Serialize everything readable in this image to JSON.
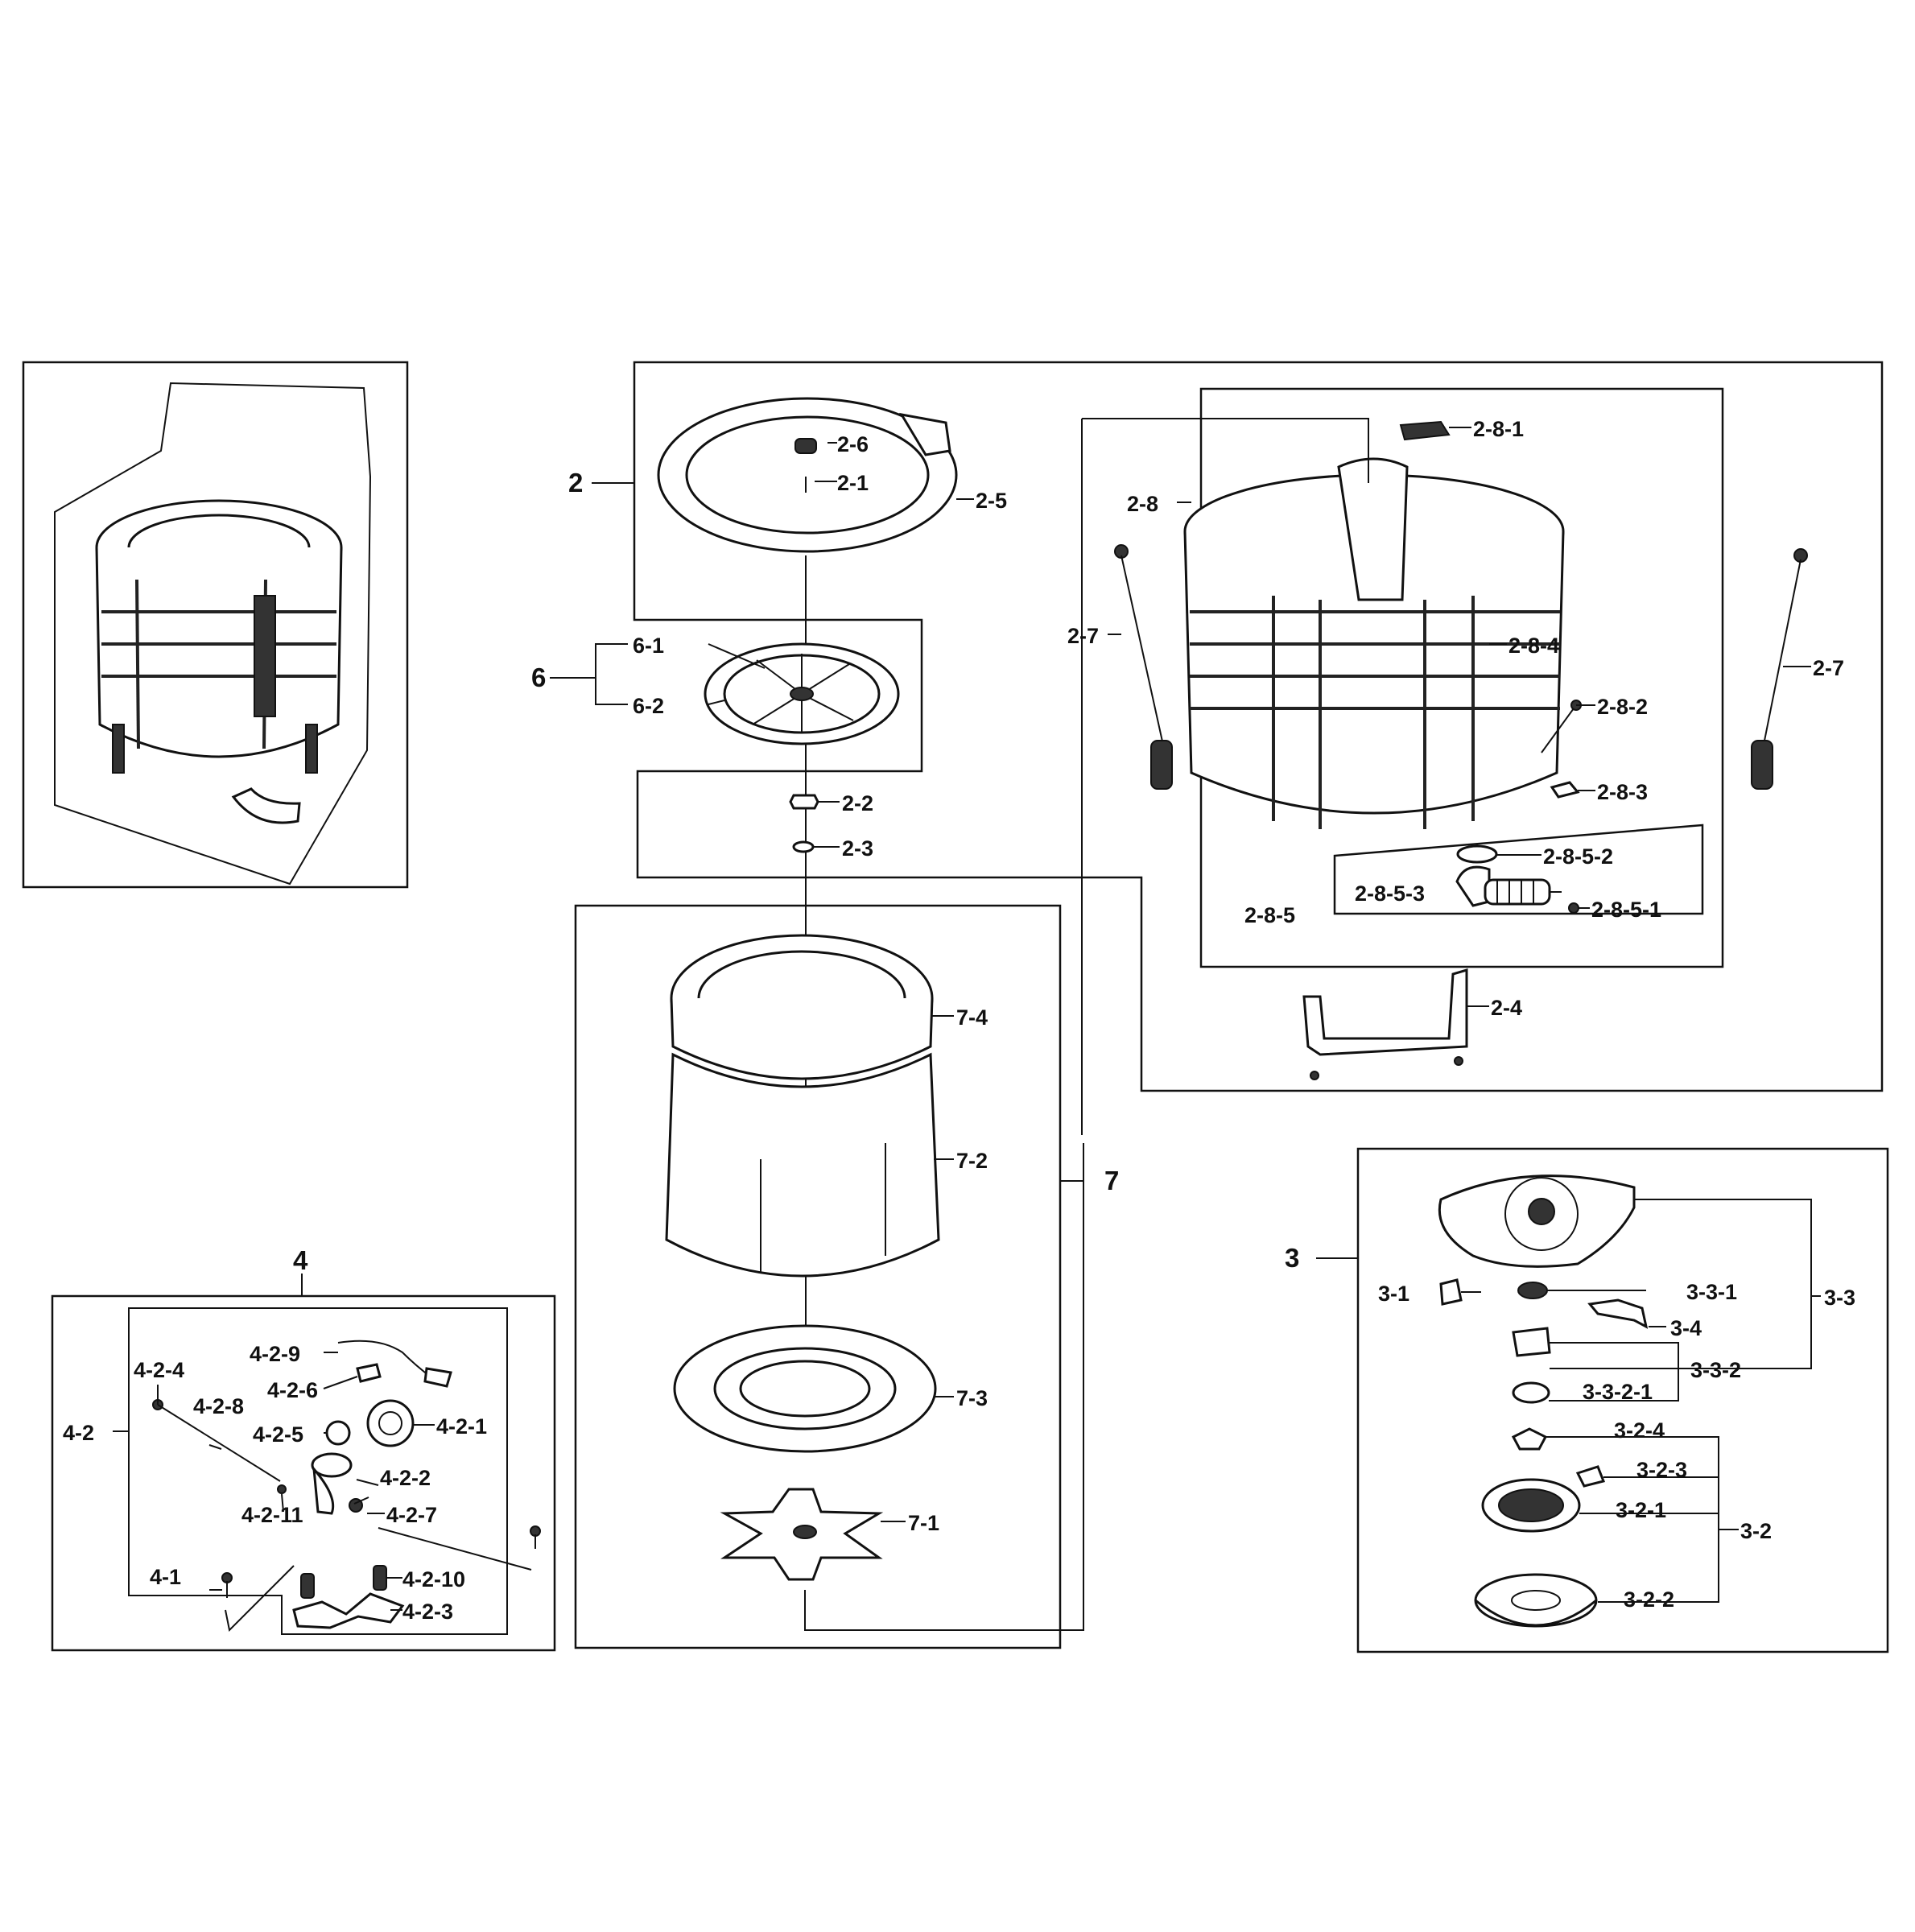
{
  "diagram": {
    "labels": {
      "l2": "2",
      "l2_1": "2-1",
      "l2_2": "2-2",
      "l2_3": "2-3",
      "l2_4": "2-4",
      "l2_5": "2-5",
      "l2_6": "2-6",
      "l2_7a": "2-7",
      "l2_7b": "2-7",
      "l2_8": "2-8",
      "l2_8_1": "2-8-1",
      "l2_8_2": "2-8-2",
      "l2_8_3": "2-8-3",
      "l2_8_4": "2-8-4",
      "l2_8_5": "2-8-5",
      "l2_8_5_1": "2-8-5-1",
      "l2_8_5_2": "2-8-5-2",
      "l2_8_5_3": "2-8-5-3",
      "l3": "3",
      "l3_1": "3-1",
      "l3_2": "3-2",
      "l3_2_1": "3-2-1",
      "l3_2_2": "3-2-2",
      "l3_2_3": "3-2-3",
      "l3_2_4": "3-2-4",
      "l3_3": "3-3",
      "l3_3_1": "3-3-1",
      "l3_3_2": "3-3-2",
      "l3_3_2_1": "3-3-2-1",
      "l3_4": "3-4",
      "l4": "4",
      "l4_1": "4-1",
      "l4_2": "4-2",
      "l4_2_1": "4-2-1",
      "l4_2_2": "4-2-2",
      "l4_2_3": "4-2-3",
      "l4_2_4": "4-2-4",
      "l4_2_5": "4-2-5",
      "l4_2_6": "4-2-6",
      "l4_2_7": "4-2-7",
      "l4_2_8": "4-2-8",
      "l4_2_9": "4-2-9",
      "l4_2_10": "4-2-10",
      "l4_2_11": "4-2-11",
      "l6": "6",
      "l6_1": "6-1",
      "l6_2": "6-2",
      "l7": "7",
      "l7_1": "7-1",
      "l7_2": "7-2",
      "l7_3": "7-3",
      "l7_4": "7-4"
    }
  }
}
